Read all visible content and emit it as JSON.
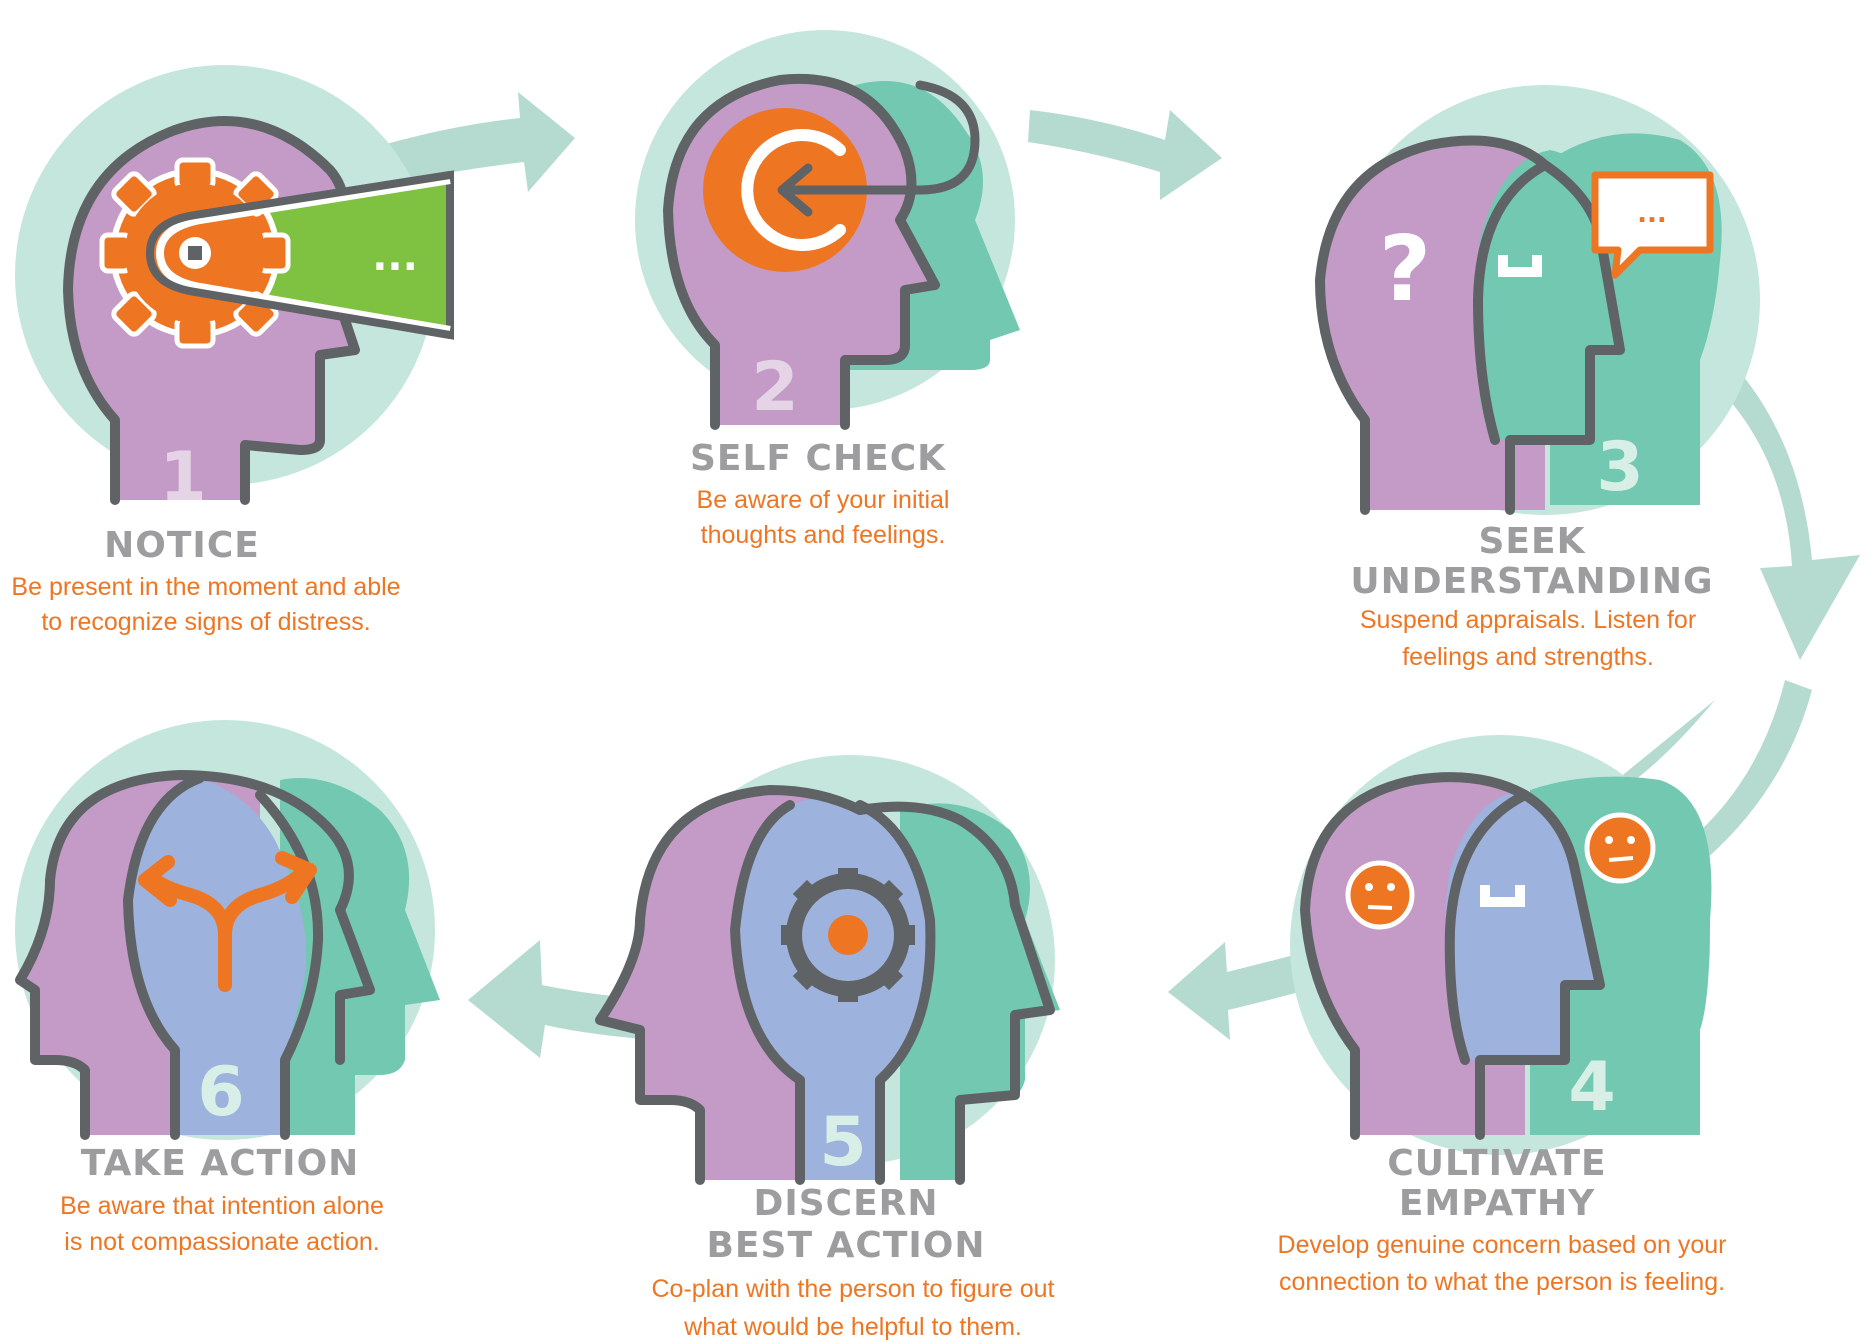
{
  "steps": [
    {
      "number": "1",
      "title": "NOTICE",
      "desc1": "Be present in the moment and able",
      "desc2": "to recognize signs of distress."
    },
    {
      "number": "2",
      "title": "SELF CHECK",
      "desc1": "Be aware of your initial",
      "desc2": "thoughts and feelings."
    },
    {
      "number": "3",
      "title1": "SEEK",
      "title2": "UNDERSTANDING",
      "desc1": "Suspend appraisals. Listen for",
      "desc2": "feelings and strengths."
    },
    {
      "number": "4",
      "title1": "CULTIVATE",
      "title2": "EMPATHY",
      "desc1": "Develop genuine concern based on your",
      "desc2": "connection to what the person is feeling."
    },
    {
      "number": "5",
      "title1": "DISCERN",
      "title2": "BEST ACTION",
      "desc1": "Co-plan with the person to figure out",
      "desc2": "what would be helpful to them."
    },
    {
      "number": "6",
      "title": "TAKE ACTION",
      "desc1": "Be aware that intention alone",
      "desc2": "is not compassionate action."
    }
  ],
  "icons": {
    "notice_bubble": "...",
    "question_mark": "?",
    "speech_bubble": "...",
    "bracket": "␣"
  },
  "colors": {
    "purple": "#c39bc6",
    "teal": "#72c8b0",
    "blue": "#9db2dc",
    "orange": "#ee7623",
    "green": "#7fc241",
    "outline": "#606366",
    "circle": "#c5e6dc",
    "arrow": "#b5dbd0",
    "title": "#9d9d9f"
  }
}
